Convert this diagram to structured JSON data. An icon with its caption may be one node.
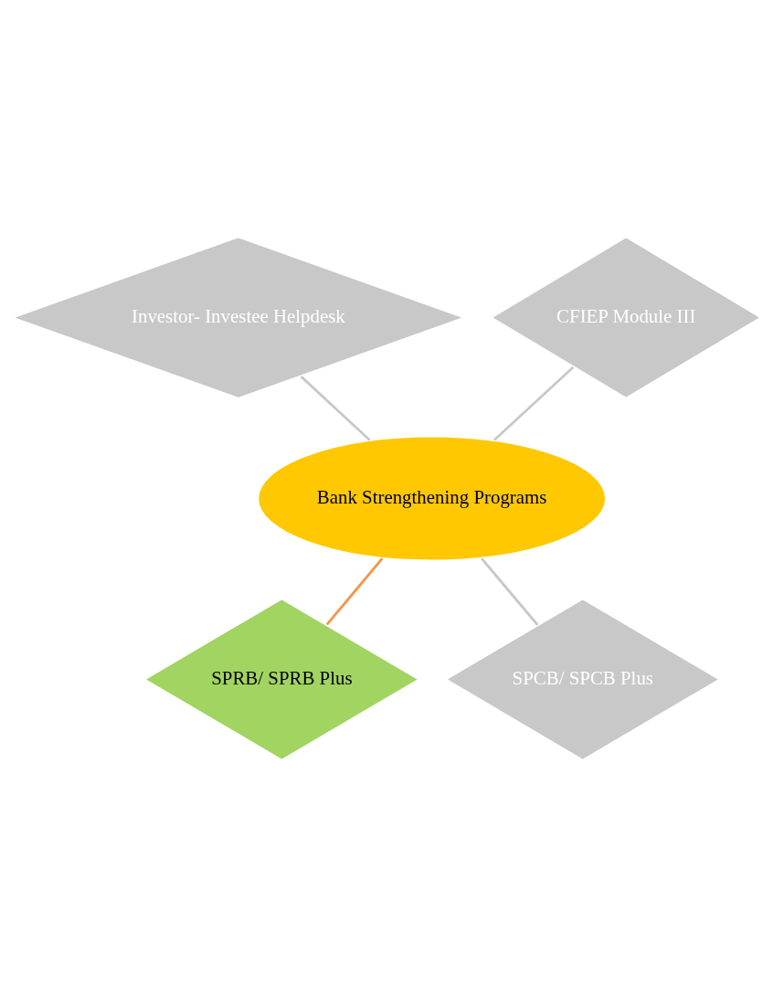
{
  "diagram": {
    "nodes": [
      {
        "text": [
          "Investor- Investee Helpdesk"
        ]
      },
      {
        "text": [
          "CFIEP Module III"
        ]
      },
      {
        "text": [
          "Bank Strengthening Programs"
        ]
      },
      {
        "text": [
          "SPRB/ SPRB Plus"
        ]
      },
      {
        "text": [
          "SPCB/ SPCB Plus"
        ]
      }
    ],
    "edges": [
      {
        "from": 0,
        "to": 2,
        "arrow": "none"
      },
      {
        "from": 1,
        "to": 2,
        "arrow": "none"
      },
      {
        "from": 2,
        "to": 3,
        "arrow": "none",
        "color": "#f79646"
      },
      {
        "from": 2,
        "to": 4,
        "arrow": "none"
      }
    ]
  }
}
